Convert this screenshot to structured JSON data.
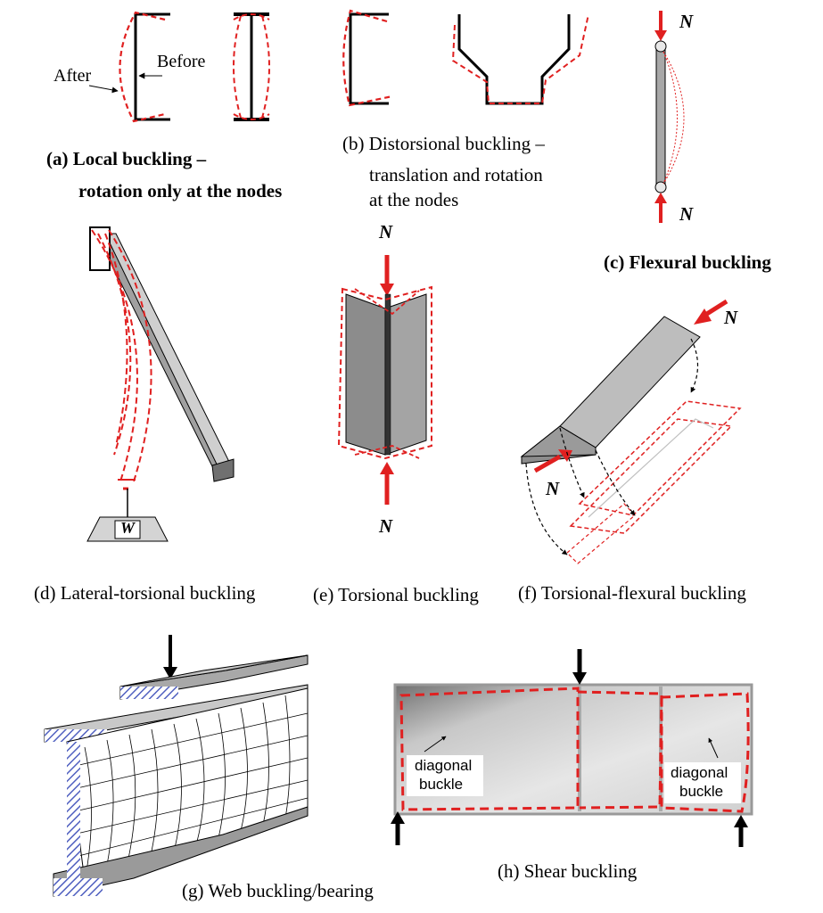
{
  "figure": {
    "panels": [
      {
        "id": "a",
        "caption_line1": "(a) Local buckling –",
        "caption_line2": "rotation only at the nodes",
        "annotations": {
          "after": "After",
          "before": "Before"
        }
      },
      {
        "id": "b",
        "caption_line1": "(b) Distorsional buckling –",
        "caption_line2": "translation and rotation",
        "caption_line3": "at the nodes"
      },
      {
        "id": "c",
        "caption": "(c) Flexural buckling",
        "load_top": "N",
        "load_bottom": "N"
      },
      {
        "id": "d",
        "caption": "(d) Lateral-torsional buckling",
        "weight_label": "W"
      },
      {
        "id": "e",
        "caption": "(e) Torsional buckling",
        "load_top": "N",
        "load_bottom": "N"
      },
      {
        "id": "f",
        "caption": "(f) Torsional-flexural buckling",
        "load_top": "N",
        "load_bottom": "N"
      },
      {
        "id": "g",
        "caption": "(g) Web buckling/bearing"
      },
      {
        "id": "h",
        "caption": "(h) Shear buckling",
        "left_label_line1": "diagonal",
        "left_label_line2": "buckle",
        "right_label_line1": "diagonal",
        "right_label_line2": "buckle"
      }
    ],
    "colors": {
      "deformed_shape": "#e02020",
      "load_arrow": "#e02020",
      "member_fill": "#a8a8a8",
      "member_dark": "#707070",
      "hatch": "#5060c0"
    }
  }
}
